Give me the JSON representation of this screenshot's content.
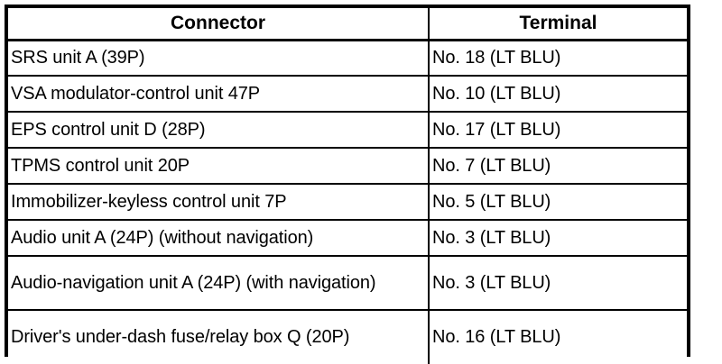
{
  "table": {
    "columns": [
      {
        "key": "connector",
        "header": "Connector"
      },
      {
        "key": "terminal",
        "header": "Terminal"
      }
    ],
    "rows": [
      {
        "connector": "SRS unit A (39P)",
        "terminal": "No. 18 (LT BLU)",
        "lines": 1
      },
      {
        "connector": "VSA modulator-control unit 47P",
        "terminal": "No. 10 (LT BLU)",
        "lines": 1
      },
      {
        "connector": "EPS control unit D (28P)",
        "terminal": "No. 17 (LT BLU)",
        "lines": 1
      },
      {
        "connector": "TPMS control unit 20P",
        "terminal": "No. 7 (LT BLU)",
        "lines": 1
      },
      {
        "connector": "Immobilizer-keyless control unit 7P",
        "terminal": "No. 5 (LT BLU)",
        "lines": 1
      },
      {
        "connector": "Audio unit A (24P) (without navigation)",
        "terminal": "No. 3 (LT BLU)",
        "lines": 1
      },
      {
        "connector": "Audio-navigation unit A (24P) (with navigation)",
        "terminal": "No. 3 (LT BLU)",
        "lines": 2
      },
      {
        "connector": "Driver's under-dash fuse/relay box Q (20P)",
        "terminal": "No. 16 (LT BLU)",
        "lines": 2
      }
    ]
  },
  "style": {
    "border_color": "#000000",
    "text_color": "#000000",
    "background": "#ffffff"
  }
}
